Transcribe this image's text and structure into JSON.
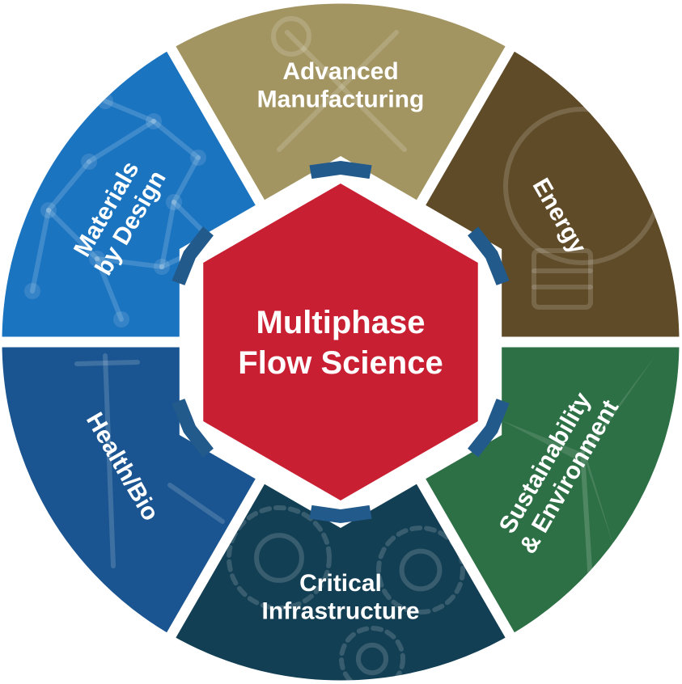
{
  "center": {
    "lines": [
      "Multiphase",
      "Flow Science"
    ],
    "color": "#c81f32"
  },
  "segments": [
    {
      "id": "advanced-manufacturing",
      "lines": [
        "Advanced",
        "Manufacturing"
      ],
      "color": "#a39562",
      "icon": "wrench-screwdriver-icon"
    },
    {
      "id": "energy",
      "lines": [
        "Energy"
      ],
      "color": "#5f4b27",
      "icon": "lightbulb-icon"
    },
    {
      "id": "sustainability-environment",
      "lines": [
        "Sustainability",
        "& Environment"
      ],
      "color": "#2e7046",
      "icon": "wind-turbine-icon"
    },
    {
      "id": "critical-infrastructure",
      "lines": [
        "Critical",
        "Infrastructure"
      ],
      "color": "#133f54",
      "icon": "gears-icon"
    },
    {
      "id": "health-bio",
      "lines": [
        "Health/Bio"
      ],
      "color": "#1a5591",
      "icon": "syringe-icon"
    },
    {
      "id": "materials-by-design",
      "lines": [
        "Materials",
        "by Design"
      ],
      "color": "#1b74c0",
      "icon": "molecule-network-icon"
    }
  ],
  "accent": {
    "bracket": "#235a8c",
    "ring": "#ffffff"
  }
}
